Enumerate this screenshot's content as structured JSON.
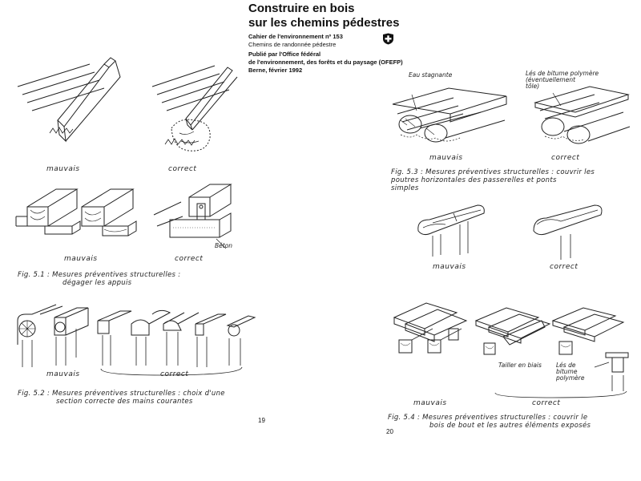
{
  "header": {
    "title_line1": "Construire en bois",
    "title_line2": "sur les chemins pédestres",
    "series": "Cahier de l'environnement nº 153",
    "subtitle": "Chemins de randonnée pédestre",
    "publisher_line1": "Publié par l'Office fédéral",
    "publisher_line2": "de l'environnement, des forêts et du paysage (OFEFP)",
    "place_date": "Berne, février 1992"
  },
  "left_page": {
    "fig51": {
      "label_bad_1": "mauvais",
      "label_good_1": "correct",
      "label_bad_2": "mauvais",
      "label_good_2": "correct",
      "annotation": "Béton",
      "caption_line1": "Fig. 5.1 : Mesures préventives structurelles :",
      "caption_line2": "dégager les appuis"
    },
    "fig52": {
      "label_bad": "mauvais",
      "label_good": "correct",
      "caption_line1": "Fig. 5.2 : Mesures préventives structurelles : choix d'une",
      "caption_line2": "section correcte des mains courantes"
    },
    "page_number": "19"
  },
  "right_page": {
    "fig53": {
      "annotation_water": "Eau stagnante",
      "annotation_bitumen_1": "Lés de bitume polymère",
      "annotation_bitumen_2": "(éventuellement",
      "annotation_bitumen_3": "tôle)",
      "label_bad_1": "mauvais",
      "label_good_1": "correct",
      "caption_line1": "Fig. 5.3 : Mesures préventives structurelles : couvrir les",
      "caption_line2": "poutres horizontales des passerelles et ponts",
      "caption_line3": "simples",
      "label_bad_2": "mauvais",
      "label_good_2": "correct"
    },
    "fig54": {
      "annotation_bevel": "Tailler en biais",
      "annotation_bitumen_1": "Lés de",
      "annotation_bitumen_2": "bitume",
      "annotation_bitumen_3": "polymère",
      "label_bad": "mauvais",
      "label_good": "correct",
      "caption_line1": "Fig. 5.4 : Mesures préventives structurelles : couvrir le",
      "caption_line2": "bois de bout et les autres éléments exposés"
    },
    "page_number": "20"
  }
}
